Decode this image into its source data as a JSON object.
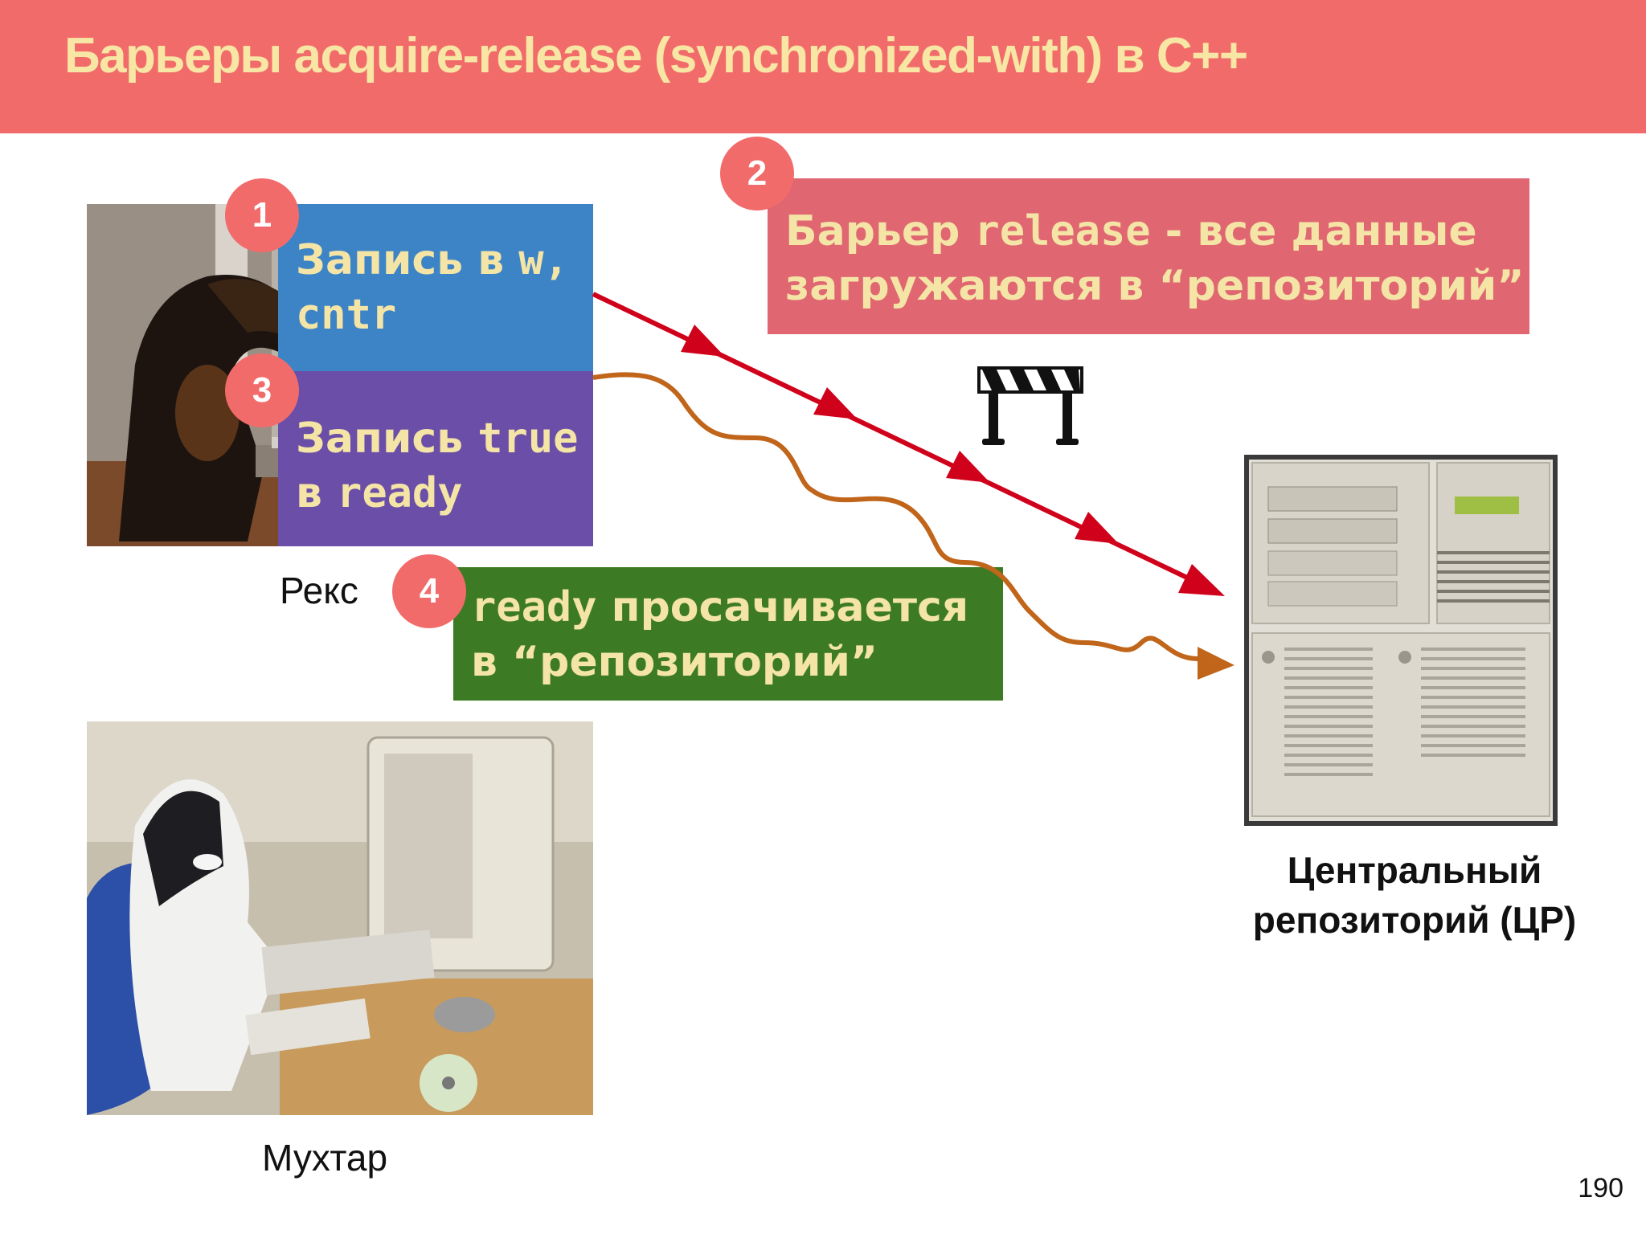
{
  "title": "Барьеры acquire-release (synchronized-with) в C++",
  "steps": {
    "s1": {
      "badge": "1",
      "line1_a": "Запись в ",
      "line1_b": "w,",
      "line2": "cntr"
    },
    "s2": {
      "badge": "2",
      "line1_a": "Барьер ",
      "line1_b": "release",
      "line1_c": " - все данные",
      "line2": "загружаются в “репозиторий”"
    },
    "s3": {
      "badge": "3",
      "line1_a": "Запись ",
      "line1_b": "true",
      "line2_a": "в ",
      "line2_b": "ready"
    },
    "s4": {
      "badge": "4",
      "line1_a": "ready",
      "line1_b": " просачивается",
      "line2": "в “репозиторий”"
    }
  },
  "labels": {
    "rex": "Рекс",
    "mukhtar": "Мухтар",
    "repo_line1": "Центральный",
    "repo_line2": "репозиторий (ЦР)"
  },
  "page_number": "190",
  "colors": {
    "title_bar": "#f26b6b",
    "title_text": "#f7e6a4",
    "box_blue": "#3d84c6",
    "box_red": "#e06671",
    "box_purple": "#6a4ea7",
    "box_green": "#3c7b23",
    "box_text": "#f4e4a6",
    "arrow_red": "#d0021b",
    "arrow_orange": "#c0651a"
  },
  "icons": {
    "barrier": "road-barrier-icon"
  }
}
